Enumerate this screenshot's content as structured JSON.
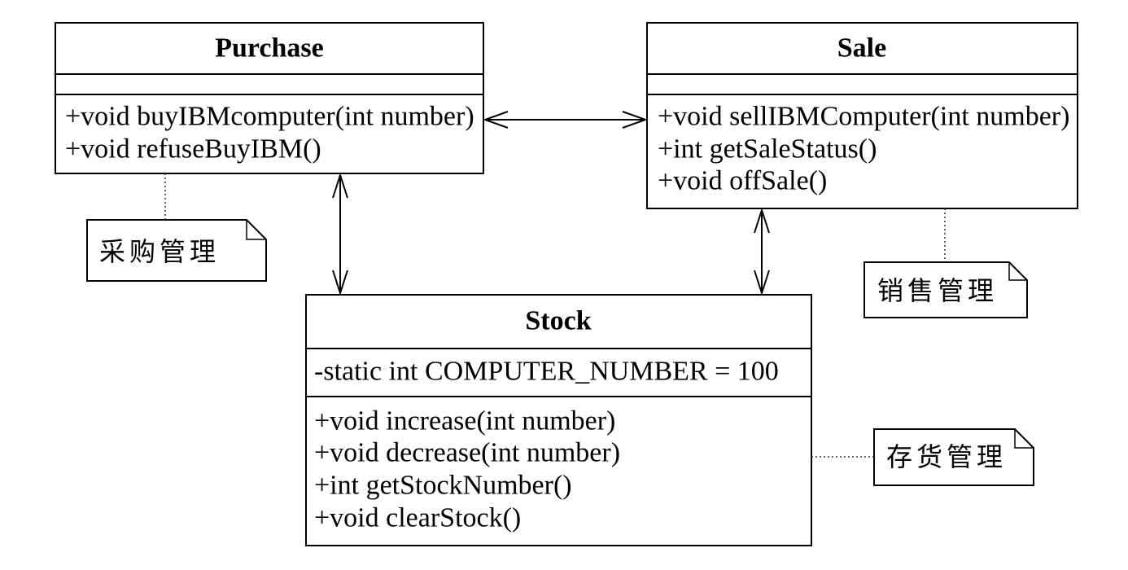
{
  "diagram": {
    "classes": {
      "purchase": {
        "name": "Purchase",
        "attributes": [],
        "operations": [
          "+void buyIBMcomputer(int number)",
          "+void refuseBuyIBM()"
        ]
      },
      "sale": {
        "name": "Sale",
        "attributes": [],
        "operations": [
          "+void sellIBMComputer(int number)",
          "+int getSaleStatus()",
          "+void offSale()"
        ]
      },
      "stock": {
        "name": "Stock",
        "attributes": [
          "-static int COMPUTER_NUMBER = 100"
        ],
        "operations": [
          "+void increase(int number)",
          "+void decrease(int number)",
          "+int getStockNumber()",
          "+void clearStock()"
        ]
      }
    },
    "notes": {
      "purchase": "采购管理",
      "sale": "销售管理",
      "stock": "存货管理"
    }
  },
  "colors": {
    "line": "#000000",
    "fill": "#ffffff",
    "text": "#000000",
    "note_anchor": "#333333"
  }
}
